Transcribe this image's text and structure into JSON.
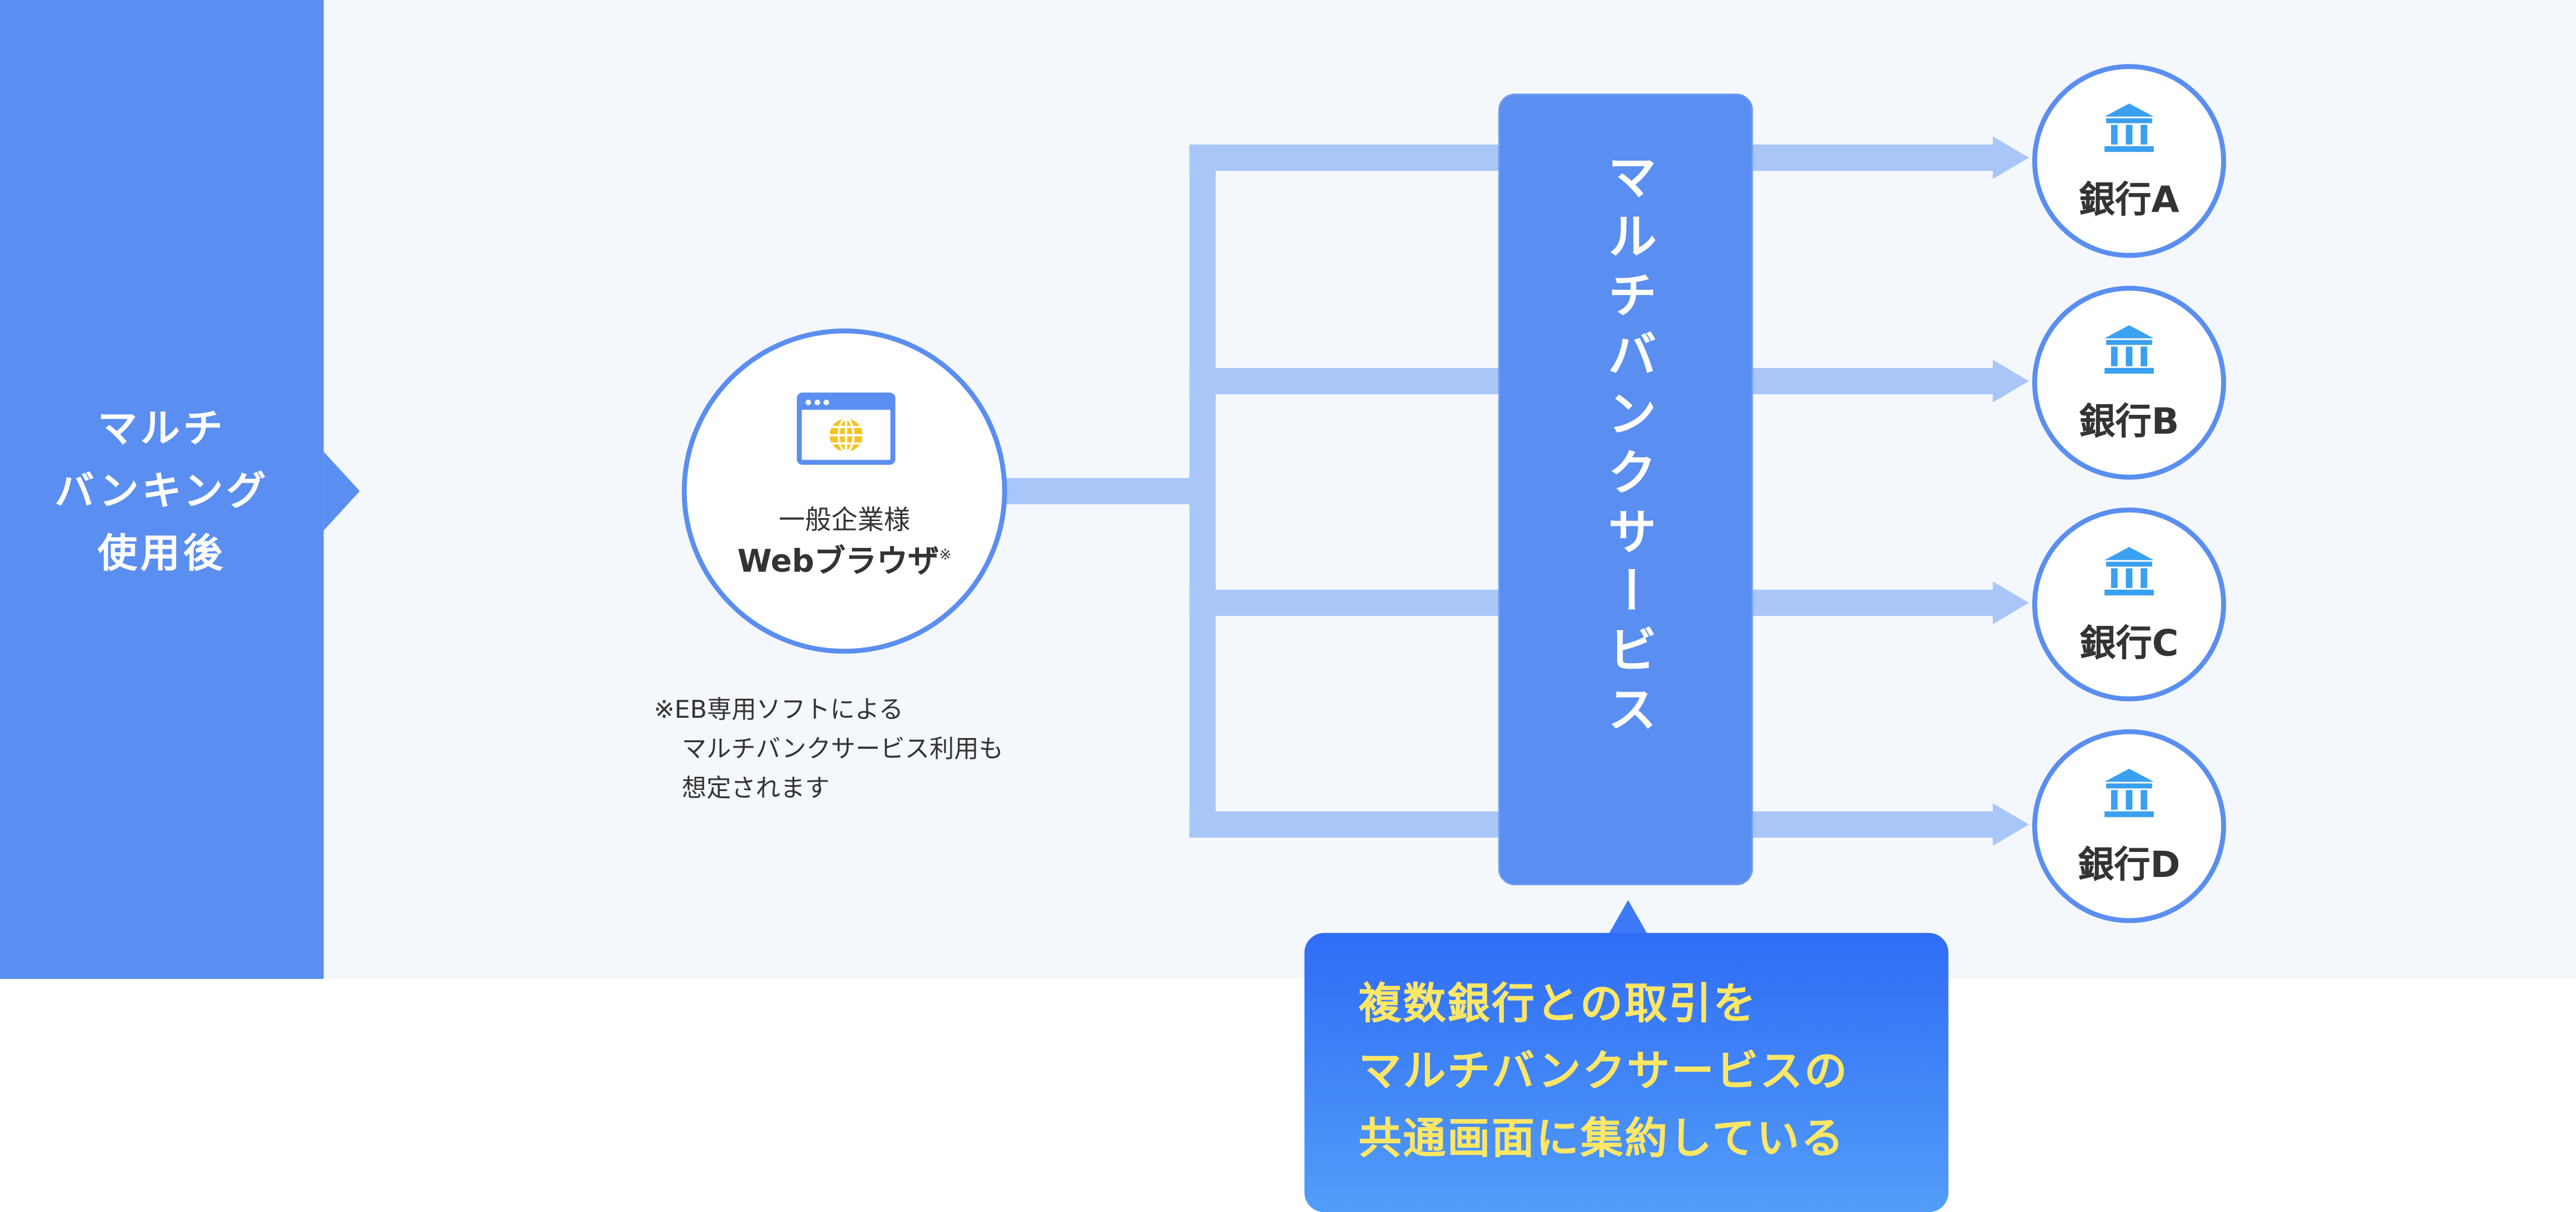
{
  "side_tab": {
    "lines": [
      "マルチ",
      "バンキング",
      "使用後"
    ]
  },
  "browser_node": {
    "company": "一般企業様",
    "browser": "Webブラウザ",
    "mark": "※"
  },
  "note": {
    "lines": [
      "※EB専用ソフトによる",
      "マルチバンクサービス利用も",
      "想定されます"
    ]
  },
  "multibank": {
    "label": "マルチバンクサービス"
  },
  "banks": [
    {
      "label": "銀行A"
    },
    {
      "label": "銀行B"
    },
    {
      "label": "銀行C"
    },
    {
      "label": "銀行D"
    }
  ],
  "callout": {
    "lines": [
      "複数銀行との取引を",
      "マルチバンクサービスの",
      "共通画面に集約している"
    ]
  },
  "colors": {
    "side_tab": "#5a8ef0",
    "panel_bg": "#f4f8fd",
    "arrow": "#a9c6f8",
    "accent_border": "#5a8ef0",
    "bank_icon": "#3aa0f0",
    "globe": "#f7c31c",
    "callout_text": "#ffe766"
  },
  "icons": {
    "browser": "browser-globe-icon",
    "bank": "bank-building-icon"
  }
}
